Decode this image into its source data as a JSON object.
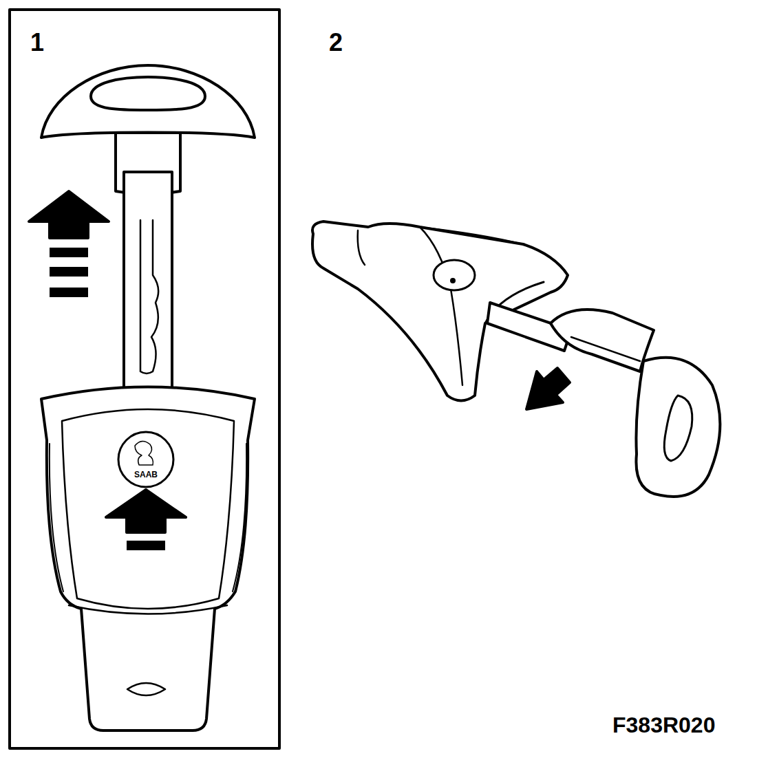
{
  "diagram": {
    "labels": [
      "1",
      "2",
      "SAAB",
      "F383R020"
    ]
  }
}
